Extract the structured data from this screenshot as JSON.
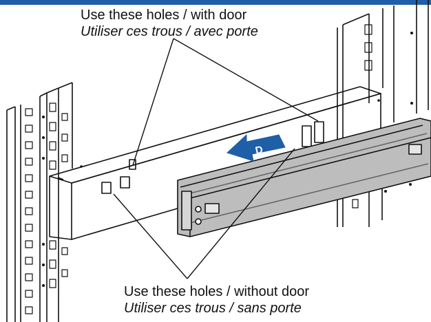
{
  "captions": {
    "with_door": {
      "line1": "Use these holes / with door",
      "line2": "Utiliser ces trous / avec porte"
    },
    "without_door": {
      "line1": "Use these holes / without door",
      "line2": "Utiliser ces trous / sans porte"
    }
  },
  "arrow_badge_letter": "D",
  "colors": {
    "header_bar": "#1f5fa8",
    "arrow_blue": "#1f5fa8",
    "slide_gray": "#bdbdbd",
    "line": "#111111"
  }
}
